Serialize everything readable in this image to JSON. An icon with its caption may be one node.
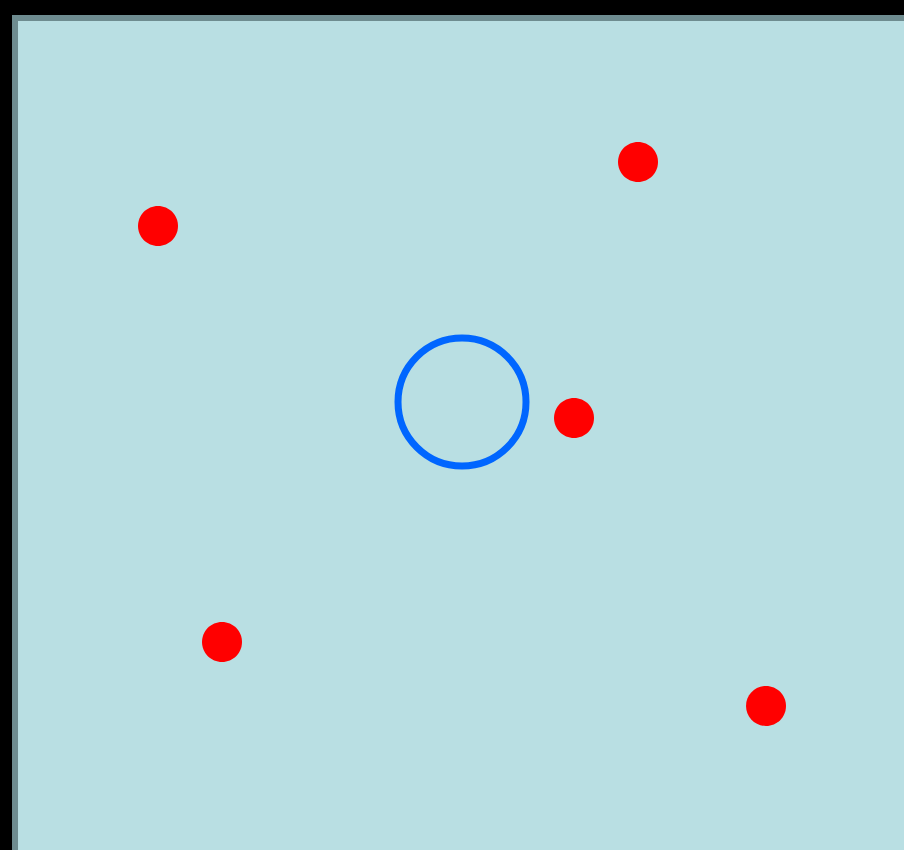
{
  "diagram": {
    "nodes": [
      {
        "text": [],
        "shape": "circle"
      },
      {
        "text": [],
        "shape": "circle"
      },
      {
        "text": [],
        "shape": "circle"
      },
      {
        "text": [],
        "shape": "circle"
      },
      {
        "text": [],
        "shape": "circle"
      },
      {
        "text": [],
        "shape": "circle"
      }
    ]
  }
}
